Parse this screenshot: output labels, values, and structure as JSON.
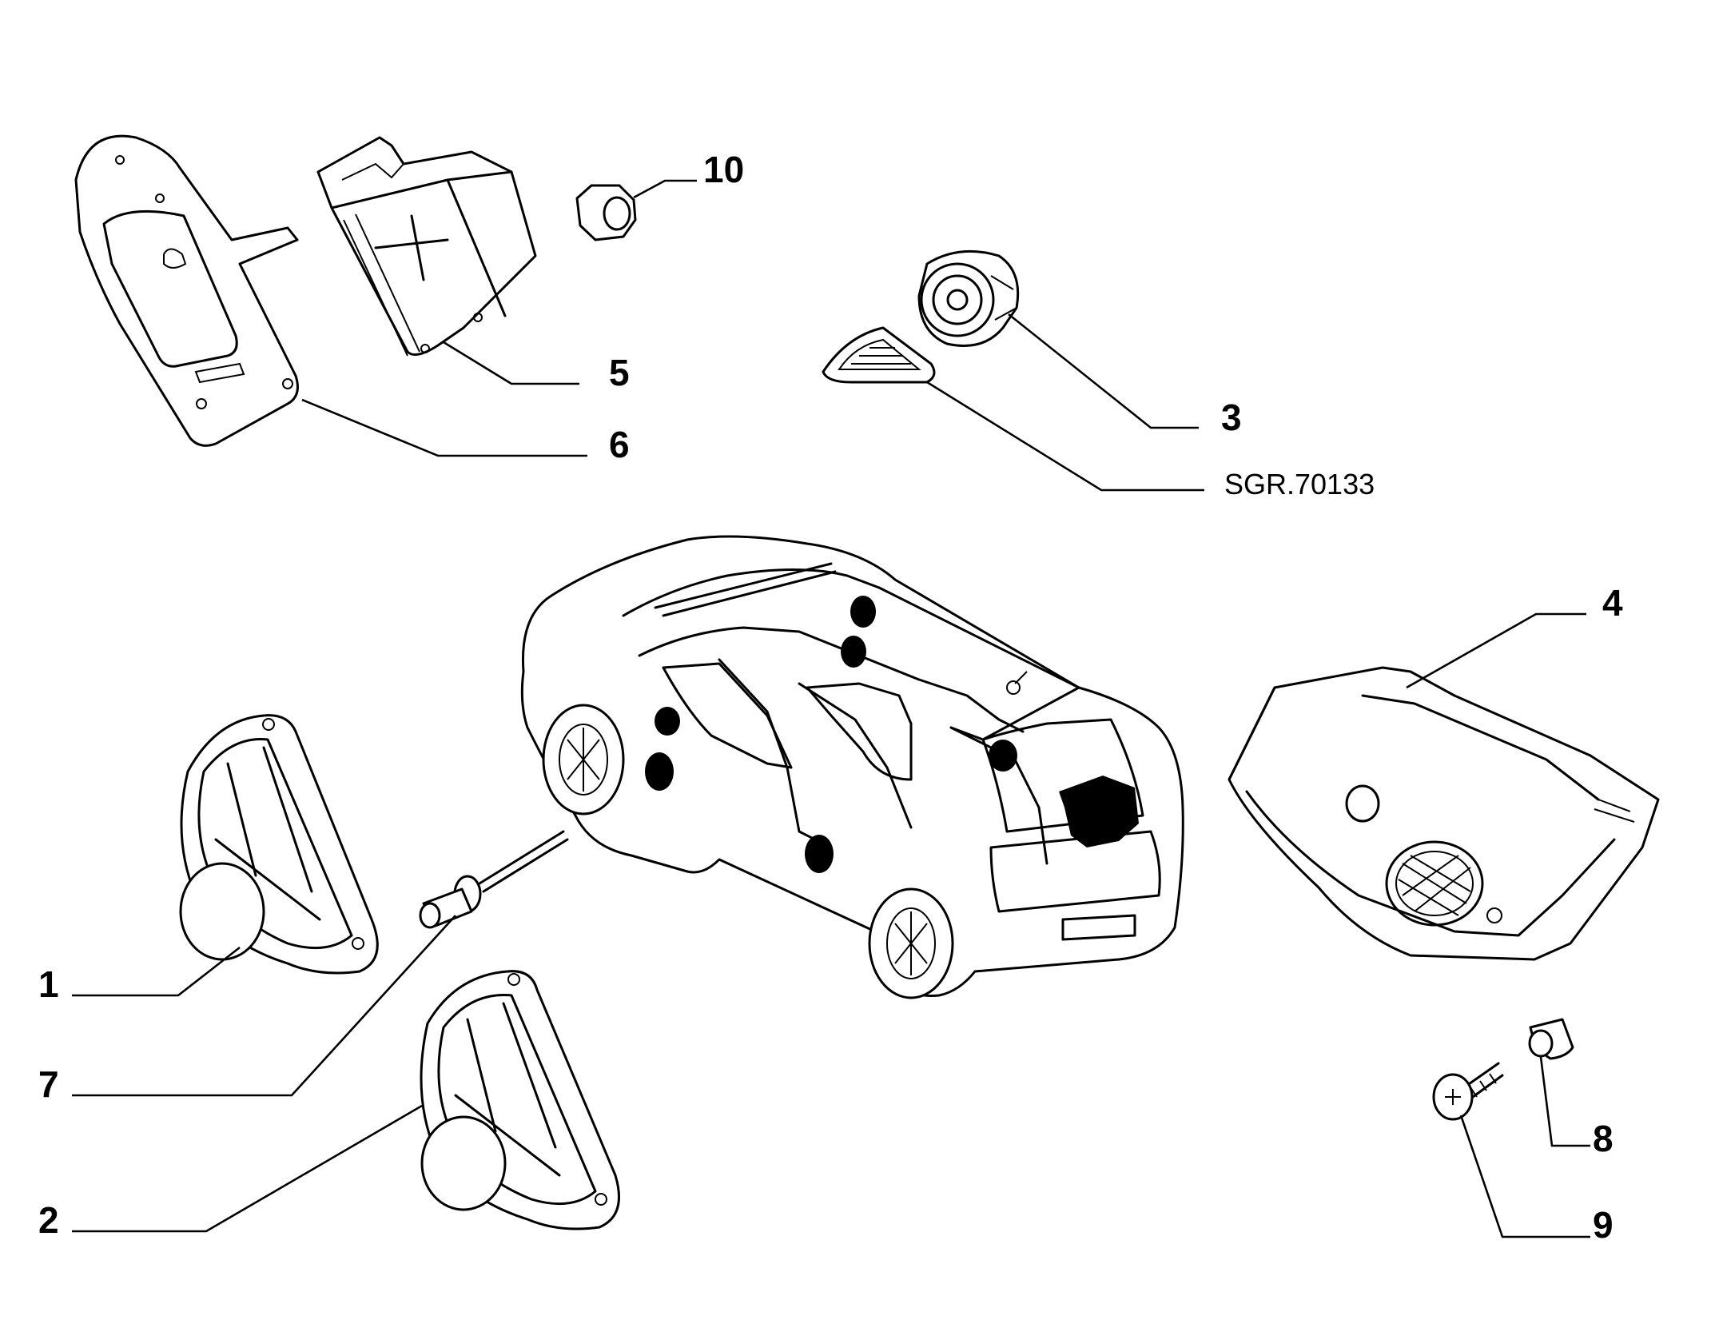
{
  "callouts": [
    {
      "id": "1",
      "label": "1"
    },
    {
      "id": "2",
      "label": "2"
    },
    {
      "id": "3",
      "label": "3"
    },
    {
      "id": "4",
      "label": "4"
    },
    {
      "id": "5",
      "label": "5"
    },
    {
      "id": "6",
      "label": "6"
    },
    {
      "id": "7",
      "label": "7"
    },
    {
      "id": "8",
      "label": "8"
    },
    {
      "id": "9",
      "label": "9"
    },
    {
      "id": "10",
      "label": "10"
    }
  ],
  "reference_code": "SGR.70133",
  "colors": {
    "line": "#000000",
    "background": "#ffffff"
  }
}
